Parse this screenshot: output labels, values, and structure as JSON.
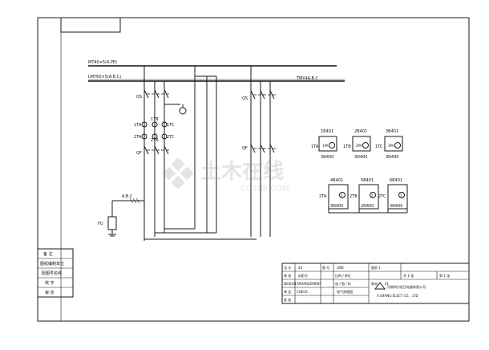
{
  "bus": {
    "pe": "MT40×5(4.PE)",
    "abcn": "LMY60×5(A.B.C)",
    "right": "TMY4A.B.C"
  },
  "left_labels": {
    "qs": "QS",
    "qf": "QF",
    "ta": [
      "1TA",
      "2TA"
    ],
    "tb": [
      "1TB",
      "2TB"
    ],
    "tc": [
      "1TC",
      "2TC"
    ],
    "abc": "A.B.C",
    "fu": "FU"
  },
  "right_labels": {
    "qs": "QS",
    "qf": "QF"
  },
  "meters_top": [
    {
      "name": "1B401",
      "ct": "1TA",
      "inner": "1PA",
      "range": "3N400"
    },
    {
      "name": "2B401",
      "ct": "1TB",
      "inner": "2PA",
      "range": "3N400"
    },
    {
      "name": "3B401",
      "ct": "1TC",
      "inner": "3PA",
      "range": "3N400"
    }
  ],
  "meters_bottom": [
    {
      "name": "4B401",
      "ct": "2TA",
      "inner": "1",
      "range": "3N400"
    },
    {
      "name": "5B401",
      "ct": "2TB",
      "inner": "2",
      "range": "2N400"
    },
    {
      "name": "6B401",
      "ct": "2TC",
      "inner": "3",
      "range": "3N400"
    }
  ],
  "side_table": [
    "备 注",
    "图纸编制单位",
    "配图号名称",
    "校 字",
    "审 定"
  ],
  "title_block": {
    "r1": [
      "设 计",
      "24",
      "图 号",
      "GBB",
      "图纸 1",
      ""
    ],
    "r2": [
      "审 核",
      "机柜号",
      "比例 / 单位",
      "",
      "共 1 张",
      "第 1 张"
    ],
    "r3": [
      "DESIGN",
      "ARRANGEMENT",
      "电 / 图 / 标",
      "电气原理图",
      "版本",
      "01"
    ],
    "r4": [
      "审 定",
      "CHECK",
      "",
      "",
      "",
      ""
    ],
    "r5": [
      "批 准",
      "",
      "",
      "",
      "",
      ""
    ],
    "company": "河南四方低压电器有限公司",
    "company_en": "A.SIFANG ELECT CO., .LTD"
  },
  "watermark": {
    "main": "土木在线",
    "sub": "CO188.COM"
  }
}
